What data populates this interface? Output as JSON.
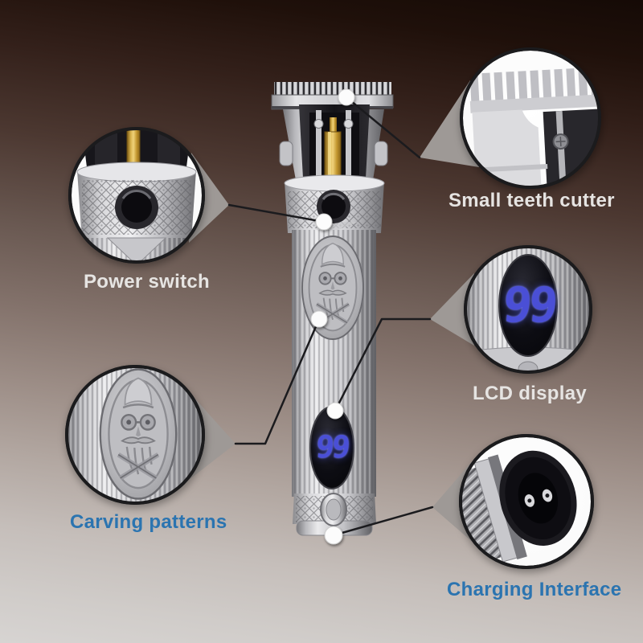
{
  "lcd": {
    "value": "99"
  },
  "callouts": {
    "small_teeth": {
      "label": "Small teeth cutter"
    },
    "power_switch": {
      "label": "Power switch"
    },
    "lcd_display": {
      "label": "LCD display"
    },
    "carving_patterns": {
      "label": "Carving patterns"
    },
    "charging_interface": {
      "label": "Charging Interface"
    }
  },
  "colors": {
    "label_light": "#e6e4e2",
    "label_blue": "#2b74b0",
    "lcd_digits": "#4a4fd6",
    "gold_accent": "#c59b35",
    "callout_ring": "#1b1b1d",
    "connector": "#1b1b1e",
    "wedge": "#9e9996"
  }
}
